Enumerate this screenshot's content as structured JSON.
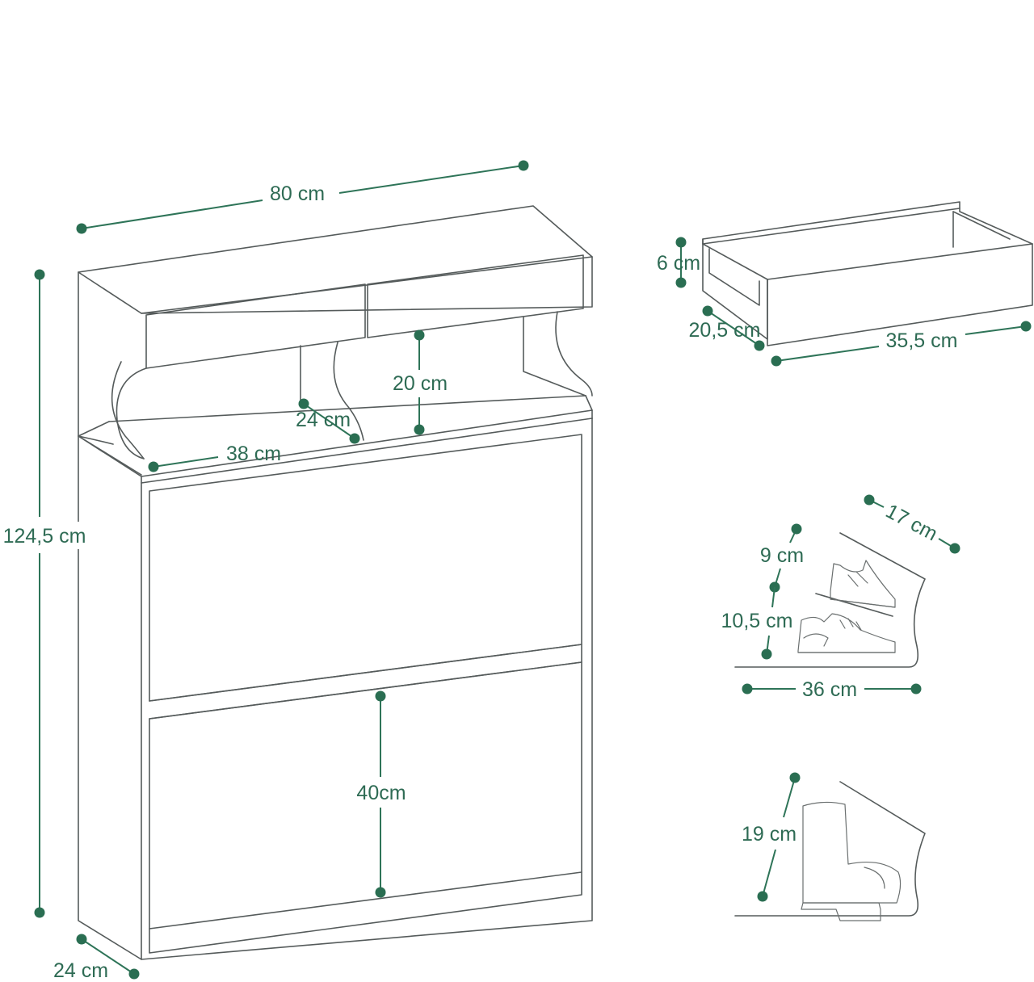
{
  "cabinet": {
    "width": "80 cm",
    "height": "124,5 cm",
    "depth": "24 cm",
    "shelf_depth": "24 cm",
    "shelf_width": "38 cm",
    "shelf_height": "20 cm",
    "flap_height": "40cm"
  },
  "drawer": {
    "height": "6 cm",
    "depth": "20,5 cm",
    "width": "35,5 cm"
  },
  "shoe_compartment": {
    "depth": "17 cm",
    "upper_gap": "9 cm",
    "lower_gap": "10,5 cm",
    "width": "36 cm"
  },
  "boot_compartment": {
    "height": "19 cm"
  },
  "colors": {
    "dimension": "#2e7458",
    "outline": "#555b5b"
  }
}
